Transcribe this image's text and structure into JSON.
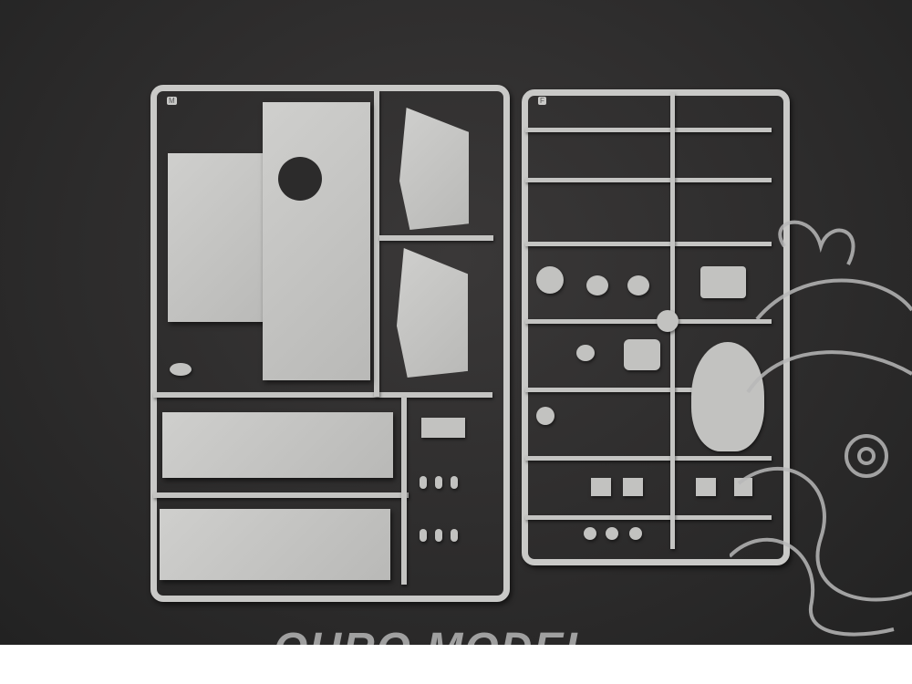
{
  "photo": {
    "sprues": [
      {
        "letter": "M"
      },
      {
        "letter": "F"
      }
    ]
  },
  "watermark": {
    "text": "OURO MODEL"
  },
  "colors": {
    "background": "#2c2b2b",
    "plastic": "#c9c9c7",
    "watermark": "#a0a0a0"
  }
}
